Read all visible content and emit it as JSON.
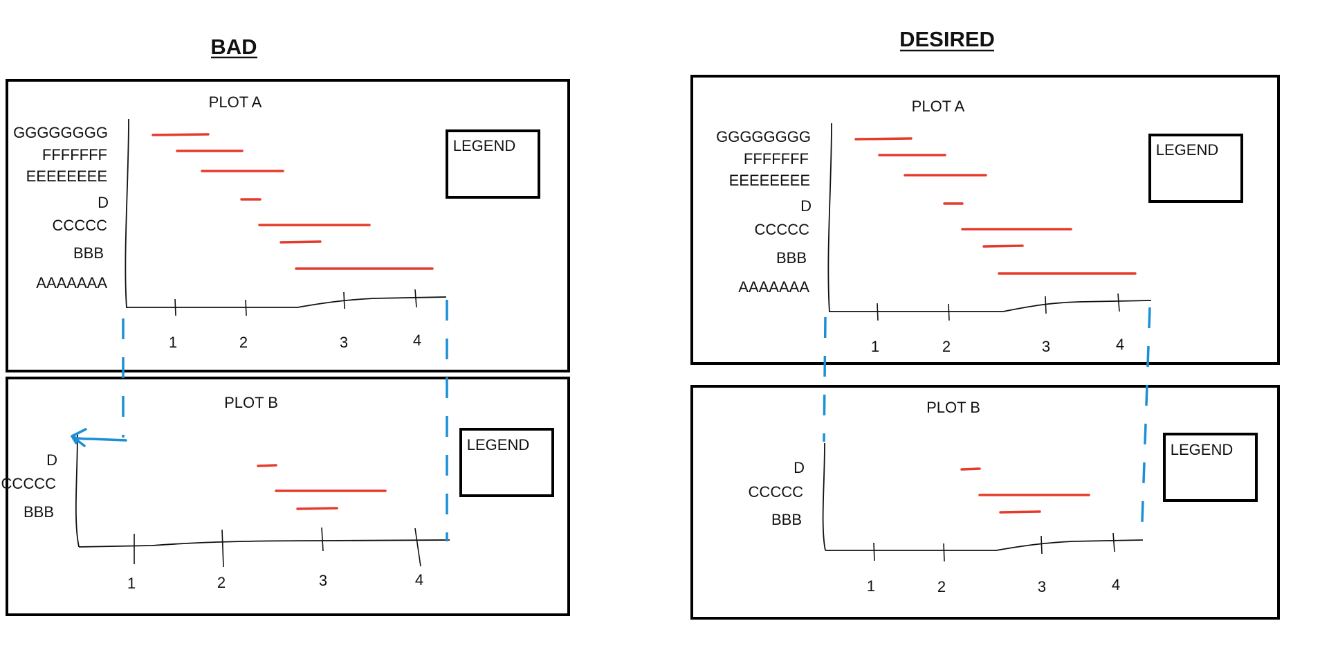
{
  "colors": {
    "ink": "#111111",
    "frame": "#000000",
    "bar": "#e53b2c",
    "guide": "#1b8fd6",
    "background": "#ffffff"
  },
  "headings": {
    "left": "BAD",
    "right": "DESIRED"
  },
  "panels": {
    "bad": {
      "plot_a": {
        "title": "PLOT A",
        "legend": "LEGEND",
        "categories": [
          "GGGGGGGG",
          "FFFFFFF",
          "EEEEEEEE",
          "D",
          "CCCCC",
          "BBB",
          "AAAAAAA"
        ],
        "ticks": [
          "1",
          "2",
          "3",
          "4"
        ]
      },
      "plot_b": {
        "title": "PLOT B",
        "legend": "LEGEND",
        "categories": [
          "D",
          "CCCCC",
          "BBB"
        ],
        "ticks": [
          "1",
          "2",
          "3",
          "4"
        ]
      }
    },
    "desired": {
      "plot_a": {
        "title": "PLOT A",
        "legend": "LEGEND",
        "categories": [
          "GGGGGGGG",
          "FFFFFFF",
          "EEEEEEEE",
          "D",
          "CCCCC",
          "BBB",
          "AAAAAAA"
        ],
        "ticks": [
          "1",
          "2",
          "3",
          "4"
        ]
      },
      "plot_b": {
        "title": "PLOT B",
        "legend": "LEGEND",
        "categories": [
          "D",
          "CCCCC",
          "BBB"
        ],
        "ticks": [
          "1",
          "2",
          "3",
          "4"
        ]
      }
    }
  }
}
